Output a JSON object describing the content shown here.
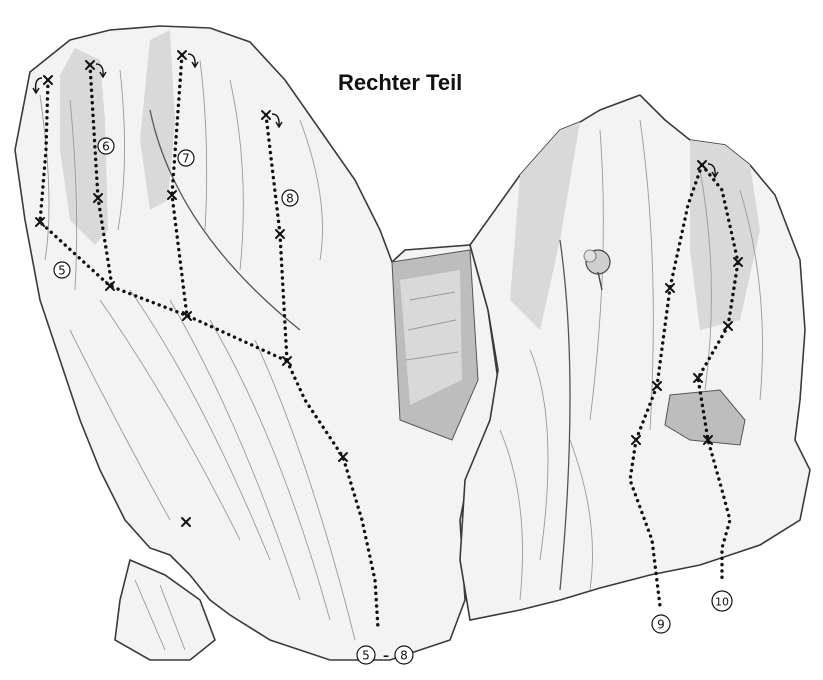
{
  "title": "Rechter Teil",
  "labels": {
    "r5": "5",
    "r6": "6",
    "r7": "7",
    "r8": "8",
    "r9": "9",
    "r10": "10",
    "range_start": "5",
    "range_dash": "–",
    "range_end": "8"
  },
  "colors": {
    "ink": "#111111",
    "rock_fill": "#f3f3f3",
    "rock_shade": "#d9d9d9"
  },
  "icons": {
    "bolt": "cross-mark-icon",
    "lower_off": "curved-arrow-icon",
    "tree": "tree-icon"
  }
}
